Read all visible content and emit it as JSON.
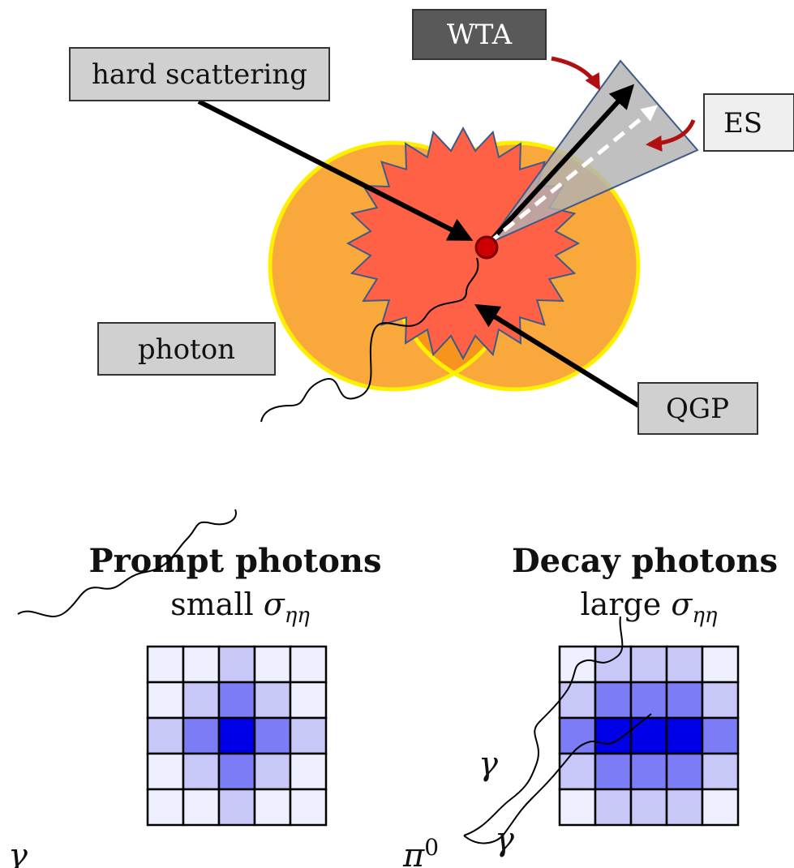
{
  "labels": {
    "hard_scattering": "hard scattering",
    "wta": "WTA",
    "es": "ES",
    "photon": "photon",
    "qgp": "QGP"
  },
  "panels": {
    "prompt": {
      "title": "Prompt photons",
      "subtitle_word": "small",
      "subtitle_symbol": "σ",
      "subtitle_subscript": "ηη",
      "photon_symbol": "γ",
      "grid_levels": [
        [
          0,
          0,
          1,
          0,
          0
        ],
        [
          0,
          1,
          2,
          1,
          0
        ],
        [
          1,
          2,
          3,
          2,
          1
        ],
        [
          0,
          1,
          2,
          1,
          0
        ],
        [
          0,
          0,
          1,
          0,
          0
        ]
      ]
    },
    "decay": {
      "title": "Decay photons",
      "subtitle_word": "large",
      "subtitle_symbol": "σ",
      "subtitle_subscript": "ηη",
      "photon_symbol_1": "γ",
      "photon_symbol_2": "γ",
      "pion_symbol": "π",
      "pion_superscript": "0",
      "grid_levels": [
        [
          0,
          1,
          1,
          1,
          0
        ],
        [
          1,
          2,
          2,
          2,
          1
        ],
        [
          2,
          3,
          3,
          3,
          2
        ],
        [
          1,
          2,
          2,
          2,
          1
        ],
        [
          0,
          1,
          1,
          1,
          0
        ]
      ]
    }
  },
  "colors": {
    "outer_region": "#f9a83c",
    "overlap_region": "#f7941d",
    "qgp": "#ff6146",
    "cell_levels": [
      "#eef0ff",
      "#c8c8f8",
      "#7c7cf6",
      "#0000e6"
    ]
  }
}
